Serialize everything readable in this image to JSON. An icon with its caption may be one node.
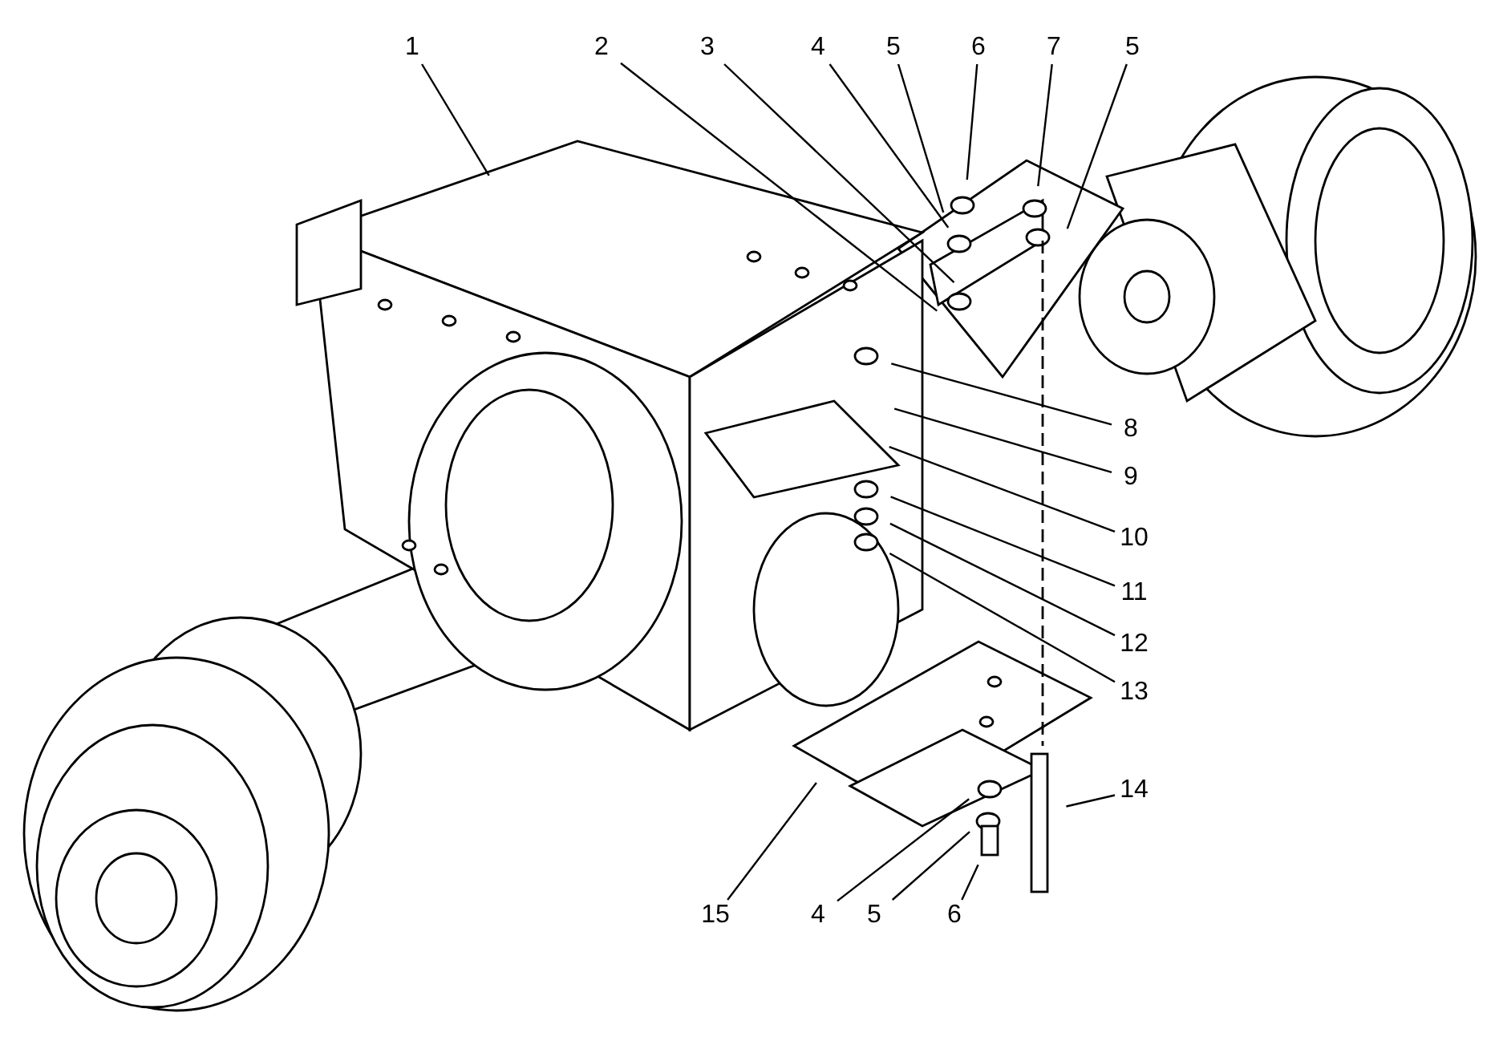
{
  "diagram": {
    "nodes": [
      {
        "text": [
          "1"
        ]
      },
      {
        "text": [
          "2"
        ]
      },
      {
        "text": [
          "3"
        ]
      },
      {
        "text": [
          "4"
        ]
      },
      {
        "text": [
          "5"
        ]
      },
      {
        "text": [
          "6"
        ]
      },
      {
        "text": [
          "7"
        ]
      },
      {
        "text": [
          "5"
        ]
      },
      {
        "text": [
          "8"
        ]
      },
      {
        "text": [
          "9"
        ]
      },
      {
        "text": [
          "10"
        ]
      },
      {
        "text": [
          "11"
        ]
      },
      {
        "text": [
          "12"
        ]
      },
      {
        "text": [
          "13"
        ]
      },
      {
        "text": [
          "14"
        ]
      },
      {
        "text": [
          "15"
        ]
      },
      {
        "text": [
          "4"
        ]
      },
      {
        "text": [
          "5"
        ]
      },
      {
        "text": [
          "6"
        ]
      }
    ],
    "edges": [
      {
        "from": 0,
        "to": null,
        "arrow": "none"
      },
      {
        "from": 1,
        "to": null,
        "arrow": "none"
      },
      {
        "from": 2,
        "to": null,
        "arrow": "none"
      },
      {
        "from": 3,
        "to": null,
        "arrow": "none"
      },
      {
        "from": 4,
        "to": null,
        "arrow": "none"
      },
      {
        "from": 5,
        "to": null,
        "arrow": "none"
      },
      {
        "from": 6,
        "to": null,
        "arrow": "none"
      },
      {
        "from": 7,
        "to": null,
        "arrow": "none"
      },
      {
        "from": 8,
        "to": null,
        "arrow": "none"
      },
      {
        "from": 9,
        "to": null,
        "arrow": "none"
      },
      {
        "from": 10,
        "to": null,
        "arrow": "none"
      },
      {
        "from": 11,
        "to": null,
        "arrow": "none"
      },
      {
        "from": 12,
        "to": null,
        "arrow": "none"
      },
      {
        "from": 13,
        "to": null,
        "arrow": "none"
      },
      {
        "from": 14,
        "to": null,
        "arrow": "none"
      },
      {
        "from": 15,
        "to": null,
        "arrow": "none"
      },
      {
        "from": 16,
        "to": null,
        "arrow": "none"
      },
      {
        "from": 17,
        "to": null,
        "arrow": "none"
      },
      {
        "from": 18,
        "to": null,
        "arrow": "none"
      }
    ]
  }
}
